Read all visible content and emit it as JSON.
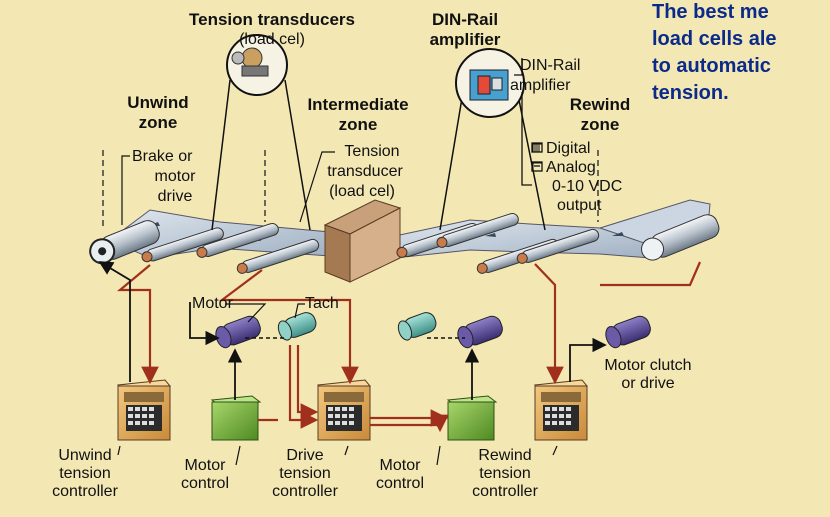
{
  "headline": [
    "The best me",
    "load cells ale",
    "to automatic",
    "tension."
  ],
  "labels": {
    "tension_transducers": "Tension transducers",
    "load_cel_paren": "(load cel)",
    "din_rail_title_1": "DIN-Rail",
    "din_rail_title_2": "amplifier",
    "din_rail_callout_1": "DIN-Rail",
    "din_rail_callout_2": "amplifier",
    "unwind_zone_1": "Unwind",
    "unwind_zone_2": "zone",
    "intermediate_zone_1": "Intermediate",
    "intermediate_zone_2": "zone",
    "rewind_zone_1": "Rewind",
    "rewind_zone_2": "zone",
    "brake_1": "Brake or",
    "brake_2": "motor",
    "brake_3": "drive",
    "transducer_1": "Tension",
    "transducer_2": "transducer",
    "transducer_3": "(load cel)",
    "digital": "Digital",
    "analog": "Analog",
    "vdc_1": "0-10 VDC",
    "vdc_2": "output",
    "motor": "Motor",
    "tach": "Tach",
    "motor_clutch_1": "Motor clutch",
    "motor_clutch_2": "or drive",
    "unwind_ctrl_1": "Unwind",
    "unwind_ctrl_2": "tension",
    "unwind_ctrl_3": "controller",
    "motor_ctrl1_1": "Motor",
    "motor_ctrl1_2": "control",
    "drive_ctrl_1": "Drive",
    "drive_ctrl_2": "tension",
    "drive_ctrl_3": "controller",
    "motor_ctrl2_1": "Motor",
    "motor_ctrl2_2": "control",
    "rewind_ctrl_1": "Rewind",
    "rewind_ctrl_2": "tension",
    "rewind_ctrl_3": "controller"
  },
  "colors": {
    "background": "#f3e8b4",
    "signal_line": "#a0301c",
    "web": "#b9c7d6",
    "roller": "#cfd6dd",
    "controller_body": "#e8b060",
    "motor_control": "#7dbb3b",
    "motor_purple": "#5b4a9a",
    "motor_teal": "#6cc3b7",
    "headline": "#0b2a8a"
  }
}
